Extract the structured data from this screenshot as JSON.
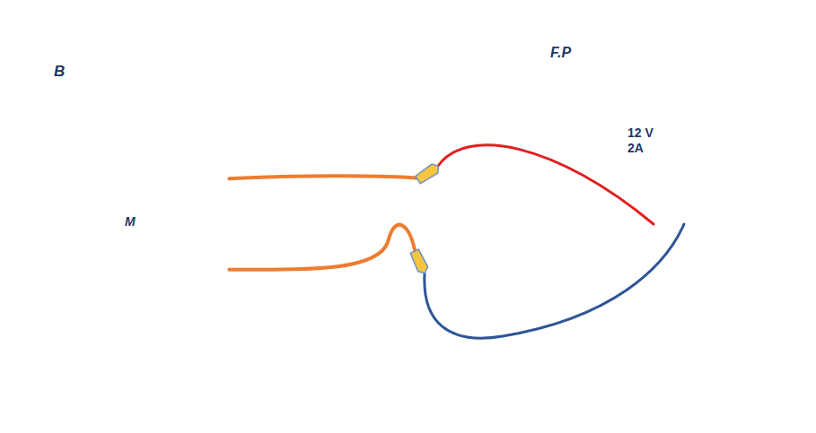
{
  "diagram": {
    "nodes": [
      {
        "text": [
          "B"
        ]
      },
      {
        "text": [
          "M"
        ],
        "in": 0
      },
      {
        "text": [
          "F.P",
          "12 V 2A"
        ]
      }
    ],
    "edges": [
      {
        "from": 0,
        "to": 2,
        "arrow": "none"
      },
      {
        "from": 0,
        "to": 2,
        "arrow": "none"
      }
    ]
  }
}
